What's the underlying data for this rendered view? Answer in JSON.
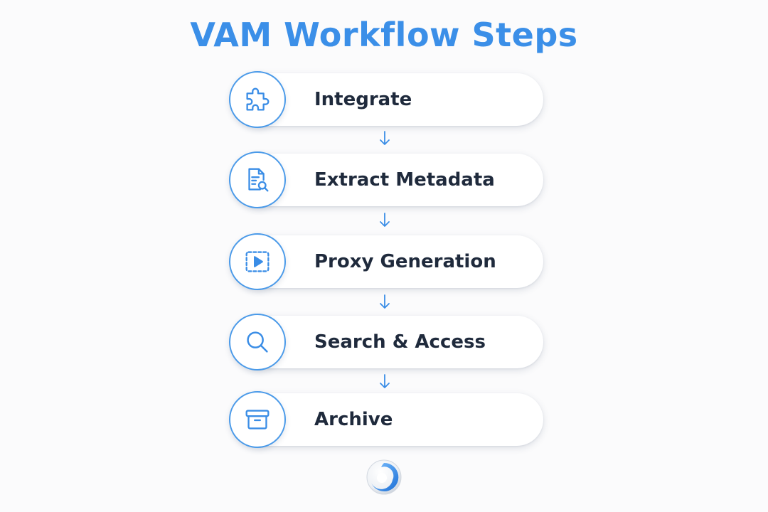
{
  "title": "VAM Workflow Steps",
  "steps": [
    {
      "label": "Integrate",
      "icon": "puzzle-icon"
    },
    {
      "label": "Extract Metadata",
      "icon": "document-search-icon"
    },
    {
      "label": "Proxy Generation",
      "icon": "video-frame-play-icon"
    },
    {
      "label": "Search & Access",
      "icon": "magnifier-icon"
    },
    {
      "label": "Archive",
      "icon": "archive-box-icon"
    }
  ],
  "colors": {
    "accent": "#3b8fe8",
    "icon_stroke": "#3a8de6",
    "text": "#1f2a3c",
    "background": "#fbfbfc"
  },
  "logo": {
    "icon": "swirl-logo-icon"
  }
}
